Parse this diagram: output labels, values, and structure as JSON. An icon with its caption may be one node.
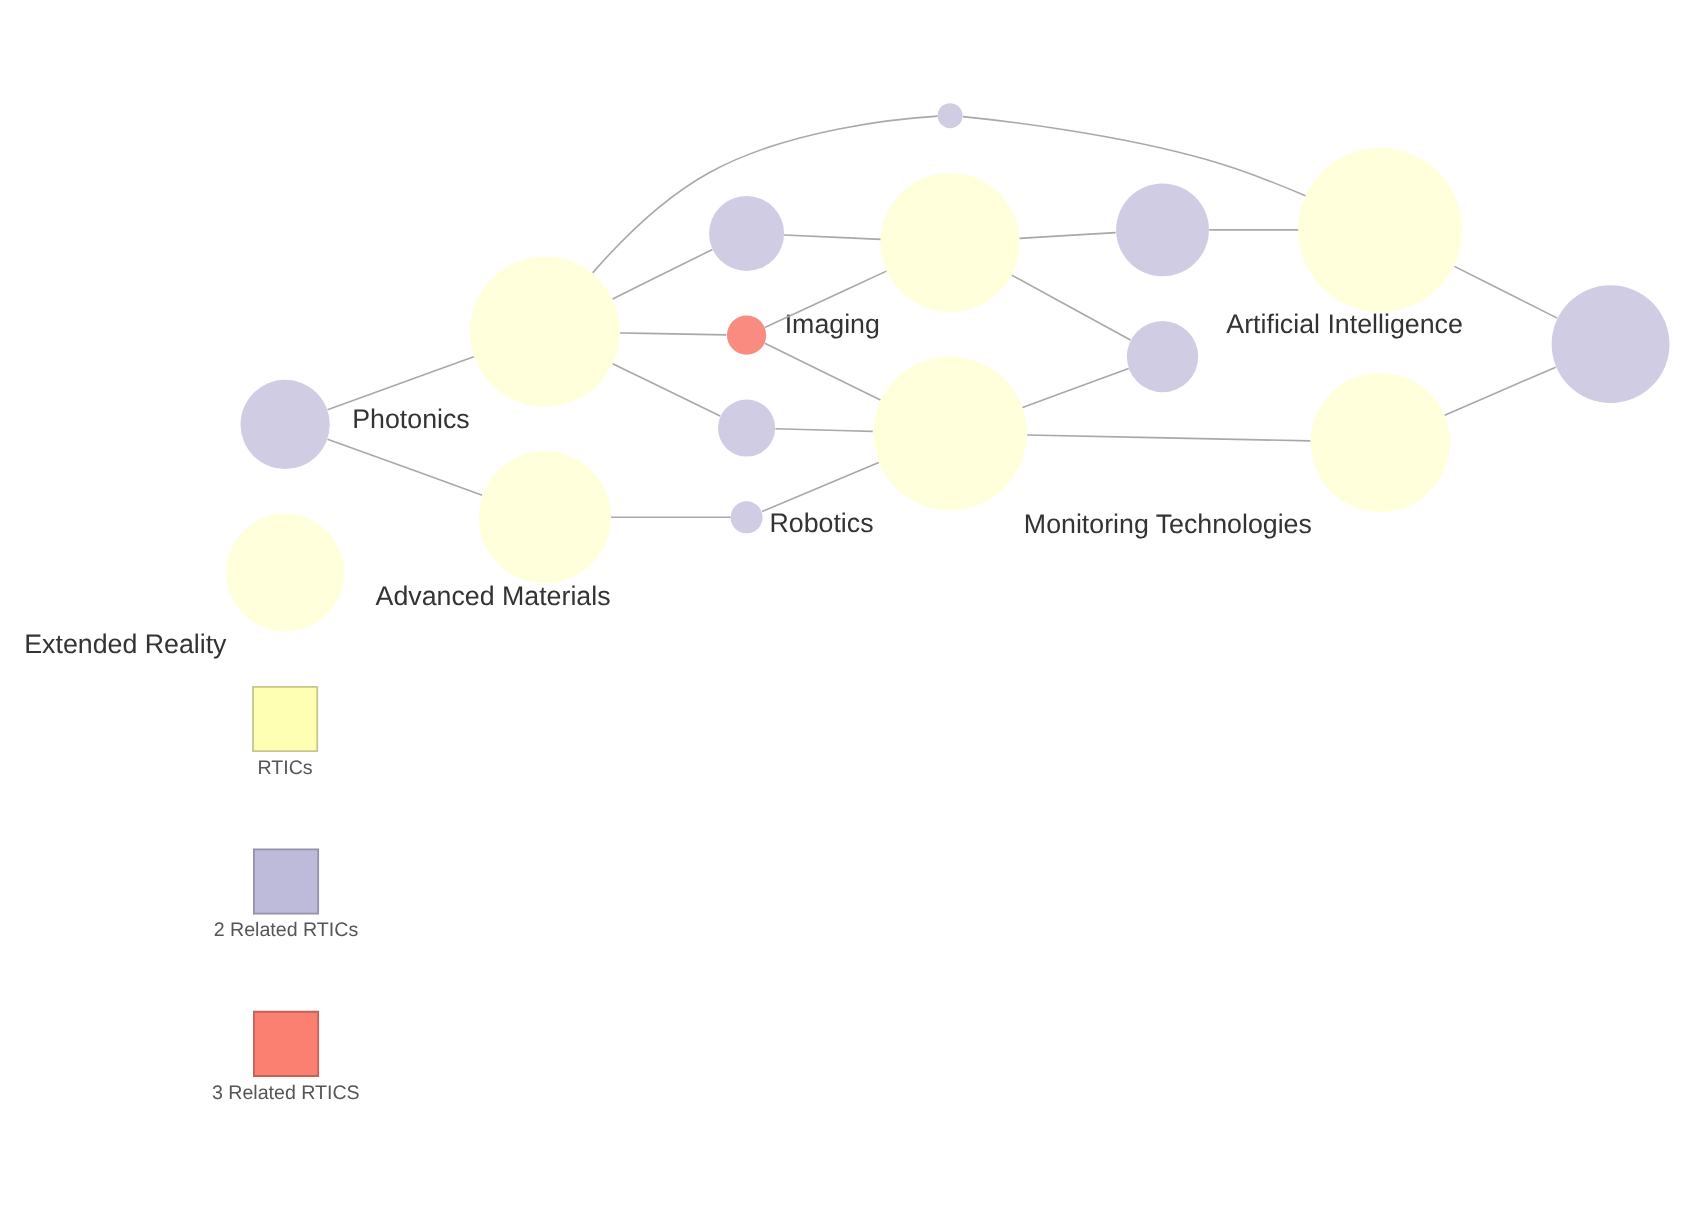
{
  "diagram": {
    "nodes": [
      {
        "text": [
          "Extended Reality"
        ]
      },
      {
        "text": [],
        "shape": "circle"
      },
      {
        "text": [],
        "shape": "circle"
      },
      {
        "text": [],
        "shape": "circle"
      },
      {
        "text": [
          "Artificial Intelligence"
        ]
      },
      {
        "text": [
          "Imaging"
        ]
      },
      {
        "text": [
          "Photonics"
        ]
      },
      {
        "text": [],
        "shape": "circle"
      },
      {
        "text": [],
        "shape": "circle"
      },
      {
        "text": [],
        "shape": "circle"
      },
      {
        "text": [],
        "shape": "circle"
      },
      {
        "text": [],
        "shape": "circle"
      },
      {
        "text": [
          "Monitoring Technologies"
        ]
      },
      {
        "text": [
          "Robotics"
        ]
      },
      {
        "text": [
          "Advanced Materials"
        ]
      },
      {
        "text": [],
        "shape": "circle"
      }
    ],
    "edges": [
      {
        "from": 6,
        "to": 3,
        "arrow": "none"
      },
      {
        "from": 3,
        "to": 5,
        "arrow": "none"
      },
      {
        "from": 6,
        "to": 2,
        "arrow": "none"
      },
      {
        "from": 2,
        "to": 4,
        "arrow": "none"
      },
      {
        "from": 5,
        "to": 1,
        "arrow": "none"
      },
      {
        "from": 1,
        "to": 4,
        "arrow": "none"
      },
      {
        "from": 4,
        "to": 7,
        "arrow": "none"
      },
      {
        "from": 12,
        "to": 7,
        "arrow": "none"
      },
      {
        "from": 13,
        "to": 12,
        "arrow": "none"
      },
      {
        "from": 9,
        "to": 6,
        "arrow": "none"
      },
      {
        "from": 9,
        "to": 14,
        "arrow": "none"
      },
      {
        "from": 6,
        "to": 11,
        "arrow": "none"
      },
      {
        "from": 11,
        "to": 13,
        "arrow": "none"
      },
      {
        "from": 6,
        "to": 8,
        "arrow": "none"
      },
      {
        "from": 8,
        "to": 5,
        "arrow": "none"
      },
      {
        "from": 8,
        "to": 13,
        "arrow": "none"
      },
      {
        "from": 5,
        "to": 10,
        "arrow": "none"
      },
      {
        "from": 13,
        "to": 10,
        "arrow": "none"
      },
      {
        "from": 14,
        "to": 15,
        "arrow": "none"
      },
      {
        "from": 15,
        "to": 13,
        "arrow": "none"
      }
    ],
    "legend": [
      {
        "text": "RTICs",
        "color": "#ffffb3"
      },
      {
        "text": "2 Related RTICs",
        "color": "#bebada"
      },
      {
        "text": "3 Related RTICS",
        "color": "#fb8072"
      }
    ]
  }
}
